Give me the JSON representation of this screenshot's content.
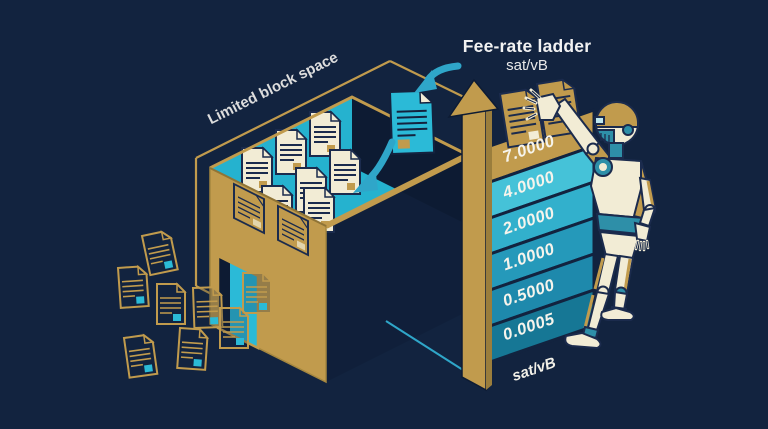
{
  "illustration": {
    "background_color": "#12233F",
    "block_space": {
      "label": "Limited block space",
      "box_color": "#C19B4D",
      "interior_color": "#25B2CF",
      "stored_documents": 7,
      "queued_documents": 8,
      "icon": "open-block-box"
    },
    "incoming": {
      "document_color": "#2BBAD7",
      "arrow_color": "#2FA6C9",
      "icon": "transaction-document"
    },
    "ladder": {
      "title": "Fee-rate ladder",
      "unit": "sat/vB",
      "axis_label": "sat/vB",
      "arrow_color": "#C19B4D",
      "steps": [
        {
          "value": "7.0000",
          "color": "#C19B4D"
        },
        {
          "value": "4.0000",
          "color": "#45C2D8"
        },
        {
          "value": "2.0000",
          "color": "#32B0CC"
        },
        {
          "value": "1.0000",
          "color": "#2599BA"
        },
        {
          "value": "0.5000",
          "color": "#1E89AC"
        },
        {
          "value": "0.0005",
          "color": "#167795"
        }
      ]
    },
    "robot": {
      "body_color": "#F2ECD5",
      "accent_gold": "#C19B4D",
      "accent_teal": "#2E8FA8",
      "icon": "robot-figure"
    }
  }
}
